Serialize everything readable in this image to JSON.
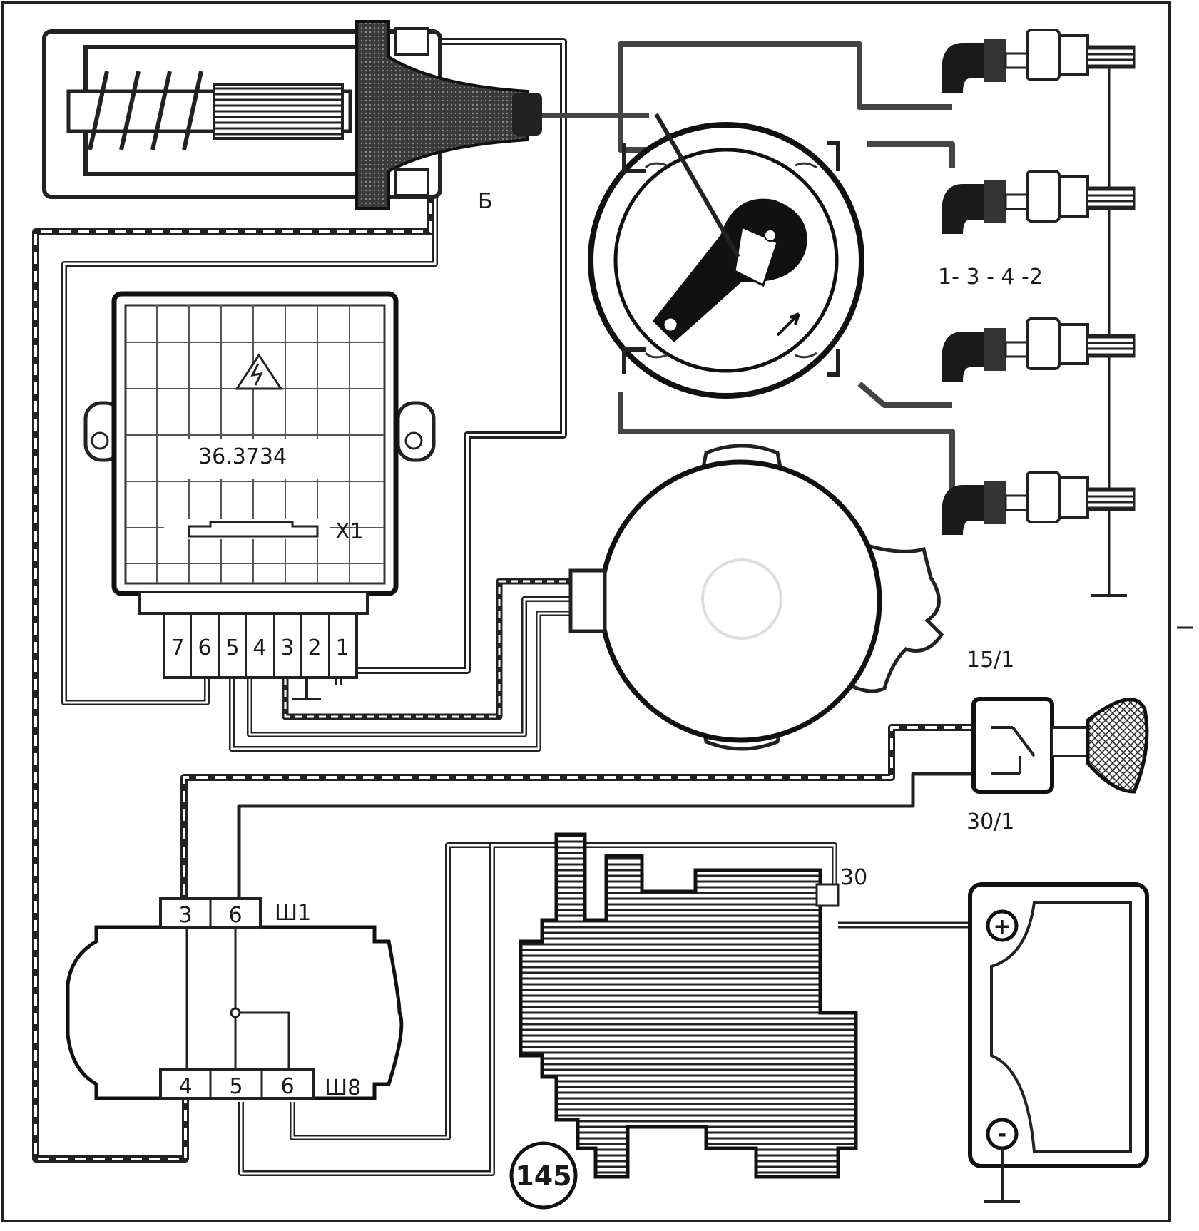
{
  "diagram": {
    "figure_number": "145",
    "coil_terminal_label": "Б",
    "firing_order": "1- 3 - 4 -2",
    "switch_unit": {
      "model": "36.3734",
      "connector_label": "X1",
      "pins": [
        "7",
        "6",
        "5",
        "4",
        "3",
        "2",
        "1"
      ]
    },
    "sensor_label": "15/1",
    "ignition_switch_label": "30/1",
    "generator_terminal_label": "30",
    "junction_block": {
      "top_connector": "Ш1",
      "bottom_connector": "Ш8",
      "top_pins": [
        "3",
        "6"
      ],
      "bottom_pins": [
        "4",
        "5",
        "6"
      ]
    },
    "battery_terminals": [
      "+",
      "-"
    ]
  }
}
